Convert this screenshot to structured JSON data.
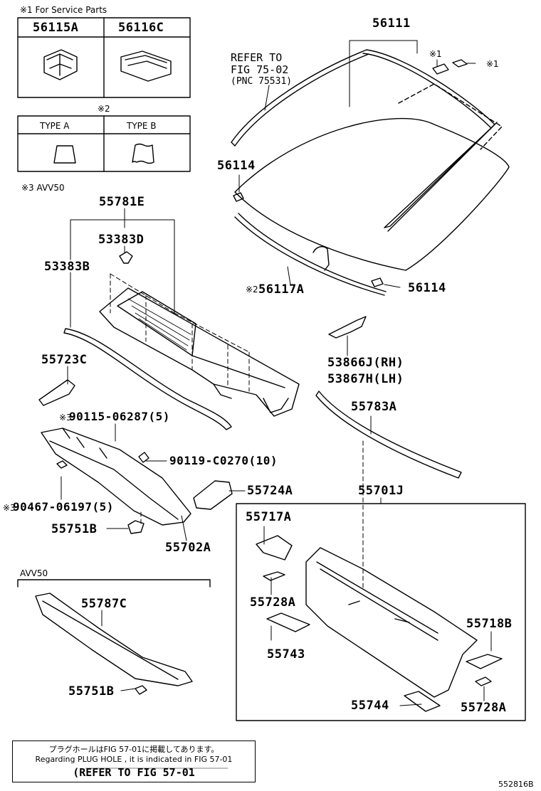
{
  "service_parts": {
    "title": "※1 For Service Parts",
    "col1": "56115A",
    "col2": "56116C"
  },
  "type_table": {
    "title": "※2",
    "col1": "TYPE A",
    "col2": "TYPE B"
  },
  "avv50_note": "※3 AVV50",
  "refer": {
    "line1": "REFER TO",
    "line2": "FIG 75-02",
    "line3": "(PNC 75531)"
  },
  "labels": {
    "p56111": "56111",
    "p56114a": "56114",
    "p56114b": "56114",
    "p56117a": "56117A",
    "p56117a_mark": "※2",
    "p55781e": "55781E",
    "p53383d": "53383D",
    "p53383b": "53383B",
    "p55723c": "55723C",
    "p53866j": "53866J(RH)",
    "p53867h": "53867H(LH)",
    "p55783a": "55783A",
    "p90115": "90115-06287(5)",
    "p90115_mark": "※3",
    "p90119": "90119-C0270(10)",
    "p55724a": "55724A",
    "p90467": "90467-06197(5)",
    "p90467_mark": "※3",
    "p55701j": "55701J",
    "p55751b_a": "55751B",
    "p55702a": "55702A",
    "p55717a": "55717A",
    "p55728a_a": "55728A",
    "p55718b": "55718B",
    "p55743": "55743",
    "p55744": "55744",
    "p55728a_b": "55728A",
    "avv50_group": "AVV50",
    "p55787c": "55787C",
    "p55751b_b": "55751B",
    "mark1a": "※1",
    "mark1b": "※1"
  },
  "note": {
    "line1": "プラグホールはFIG 57-01に掲載してあります。",
    "line2": "Regarding PLUG HOLE , it is indicated in FIG 57-01",
    "line3": "(REFER TO FIG 57-01"
  },
  "figure_id": "552816B"
}
